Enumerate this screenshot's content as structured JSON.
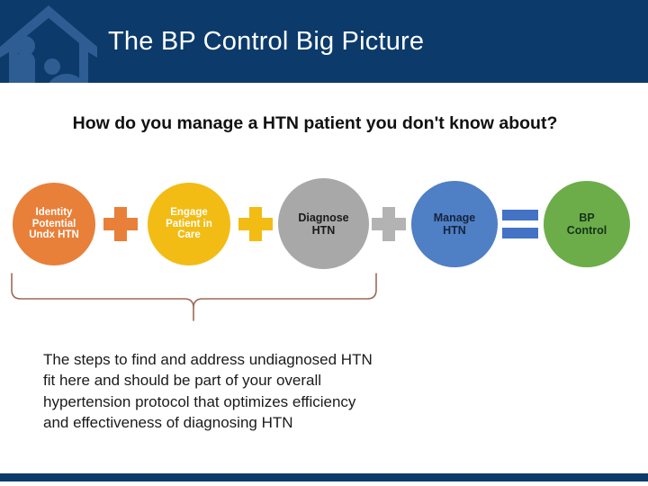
{
  "header": {
    "title": "The BP Control Big Picture",
    "background_color": "#0b3a6b",
    "logo_name": "house-family-logo",
    "logo_color": "#2e5d93"
  },
  "subtitle": {
    "text": "How do you manage a HTN patient you don't know about?"
  },
  "flow": {
    "nodes": [
      {
        "id": "identify-potential-undx-htn",
        "label": "Identity\nPotential\nUndx HTN",
        "color": "#e8803a",
        "text_color": "#ffffff"
      },
      {
        "id": "engage-patient-in-care",
        "label": "Engage\nPatient in\nCare",
        "color": "#f2bc14",
        "text_color": "#ffffff"
      },
      {
        "id": "diagnose-htn",
        "label": "Diagnose\nHTN",
        "color": "#a8a8a8",
        "text_color": "#1a1a1a"
      },
      {
        "id": "manage-htn",
        "label": "Manage\nHTN",
        "color": "#4f7fc4",
        "text_color": "#15233d"
      },
      {
        "id": "bp-control",
        "label": "BP\nControl",
        "color": "#6cad4a",
        "text_color": "#15331a"
      }
    ],
    "operators": [
      {
        "id": "plus-1",
        "symbol": "+",
        "color": "#e8803a"
      },
      {
        "id": "plus-2",
        "symbol": "+",
        "color": "#f2bc14"
      },
      {
        "id": "plus-3",
        "symbol": "+",
        "color": "#b3b3b3"
      },
      {
        "id": "equals",
        "symbol": "=",
        "color": "#4472c4"
      }
    ],
    "brace": {
      "id": "grouping-brace",
      "color": "#9c6a55",
      "spans_nodes": "Identity Potential Undx HTN through Diagnose HTN"
    }
  },
  "body": {
    "paragraph": "The steps to find and address undiagnosed HTN\nfit here and should be part of your overall\nhypertension protocol that optimizes efficiency\nand effectiveness of diagnosing HTN"
  },
  "footer": {
    "accent_color": "#0b3a6b"
  }
}
